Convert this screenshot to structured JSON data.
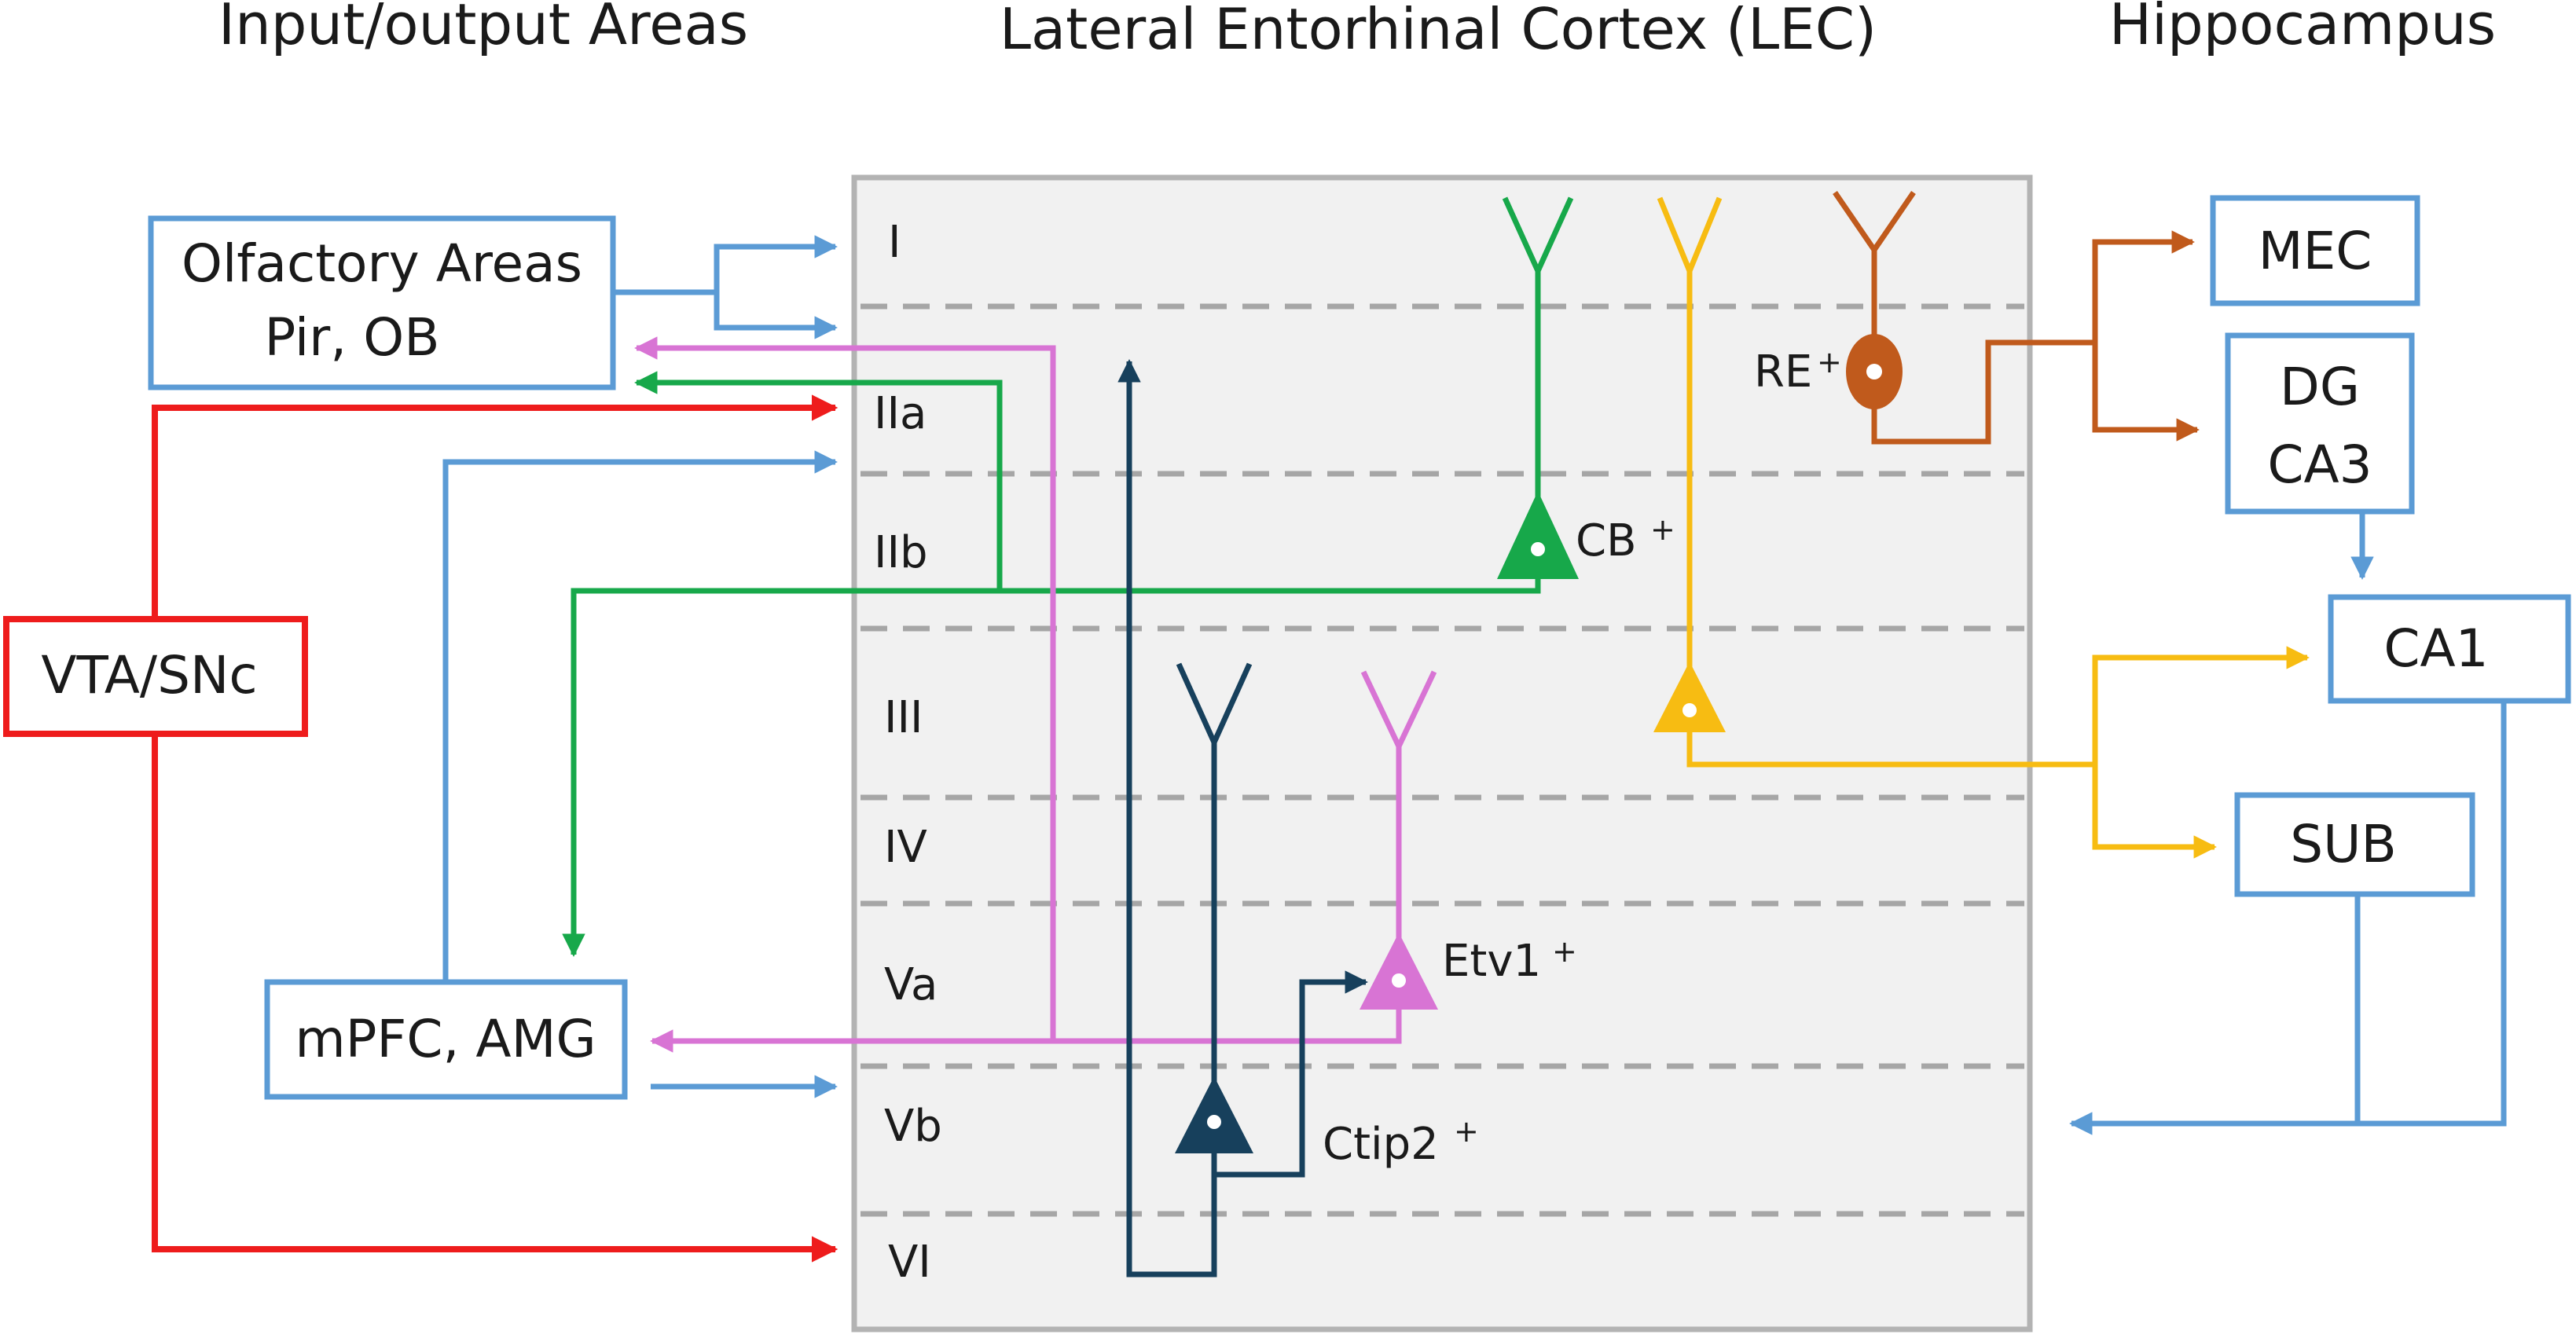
{
  "headers": {
    "left": "Input/output Areas",
    "center": "Lateral Entorhinal Cortex (LEC)",
    "right": "Hippocampus"
  },
  "layers": {
    "I": "I",
    "IIa": "IIa",
    "IIb": "IIb",
    "III": "III",
    "IV": "IV",
    "Va": "Va",
    "Vb": "Vb",
    "VI": "VI"
  },
  "io_boxes": {
    "olfactory_line1": "Olfactory Areas",
    "olfactory_line2": "Pir, OB",
    "vta": "VTA/SNc",
    "mpfc": "mPFC, AMG"
  },
  "hippocampus_boxes": {
    "mec": "MEC",
    "dg": "DG",
    "ca3": "CA3",
    "ca1": "CA1",
    "sub": "SUB"
  },
  "cell_types": {
    "re": "RE",
    "cb": "CB",
    "etv1": "Etv1",
    "ctip2": "Ctip2",
    "plus": "+"
  },
  "colors": {
    "blue": "#5b9bd5",
    "red": "#ee1c1c",
    "green": "#17a84a",
    "pink": "#d874d4",
    "navy": "#17405c",
    "yellow": "#f7bc12",
    "brown": "#c05a1c",
    "gray_frame": "#b3b3b3",
    "panel_fill": "#f1f1f1"
  }
}
